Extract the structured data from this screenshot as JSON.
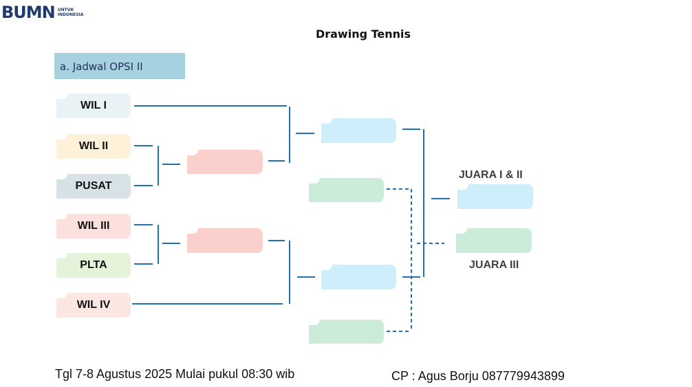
{
  "header": {
    "logo_text": "BUMN",
    "logo_sub_line1": "UNTUK",
    "logo_sub_line2": "INDONESIA",
    "title": "Drawing Tennis",
    "schedule_label": "a. Jadwal OPSI II"
  },
  "teams": [
    "WIL I",
    "WIL II",
    "PUSAT",
    "WIL III",
    "PLTA",
    "WIL IV"
  ],
  "results": {
    "champion_label": "JUARA I & II",
    "third_label": "JUARA III"
  },
  "footer": {
    "date_text": "Tgl 7-8 Agustus 2025 Mulai pukul 08:30 wib",
    "contact_text": "CP : Agus Borju 087779943899"
  },
  "colors": {
    "line": "#1f6fb2",
    "wil1": "#e9f2f5",
    "wil2": "#fdf1da",
    "pusat": "#d6e2e6",
    "wil3": "#fbe0dd",
    "plta": "#e5f3da",
    "wil4": "#fbe6e2",
    "round_pink": "#fbcfcb",
    "round_blue": "#cdeefa",
    "round_green": "#cbecd9"
  }
}
